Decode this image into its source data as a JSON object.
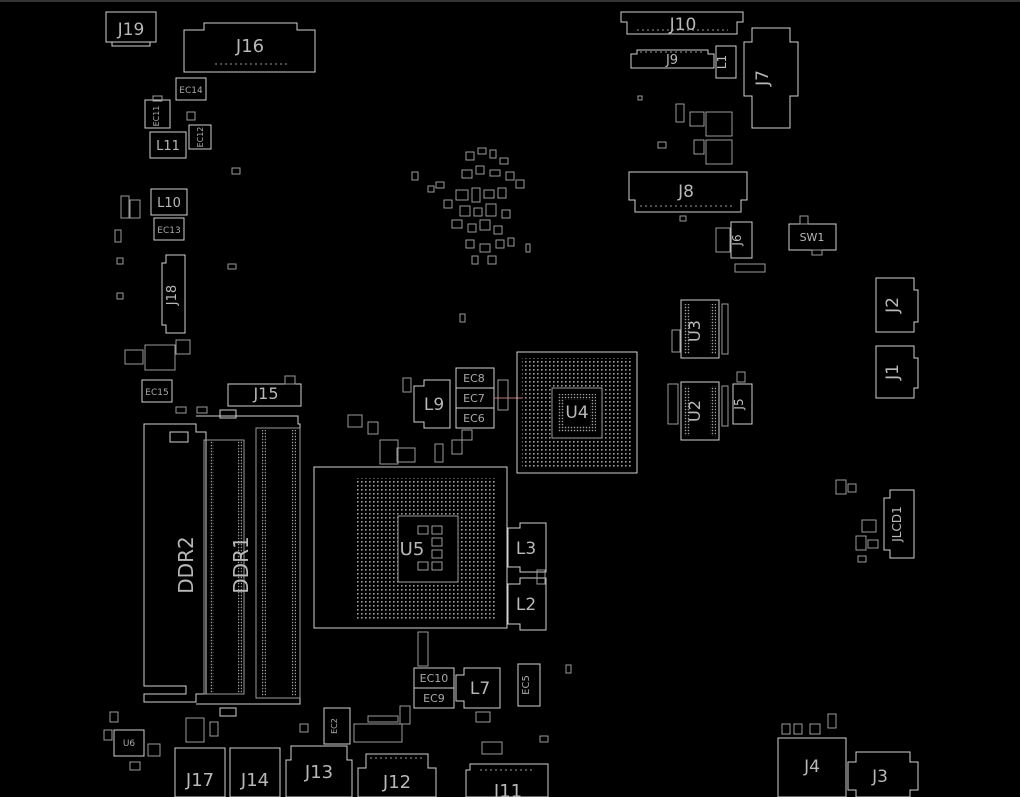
{
  "labels": {
    "J19": "J19",
    "J16": "J16",
    "J10": "J10",
    "J9": "J9",
    "L1": "L1",
    "J7": "J7",
    "EC14": "EC14",
    "EC13": "EC13",
    "EC11": "EC11",
    "L11": "L11",
    "L10": "L10",
    "EC12": "EC12",
    "J18": "J18",
    "EC15": "EC15",
    "J15": "J15",
    "J8": "J8",
    "J6": "J6",
    "SW1": "SW1",
    "J2": "J2",
    "J1": "J1",
    "U3": "U3",
    "U2": "U2",
    "J5": "J5",
    "U4": "U4",
    "L9": "L9",
    "EC8": "EC8",
    "EC7": "EC7",
    "EC6": "EC6",
    "DDR2": "DDR2",
    "DDR1": "DDR1",
    "U5": "U5",
    "L3": "L3",
    "L2": "L2",
    "JLCD1": "JLCD1",
    "L7": "L7",
    "EC10": "EC10",
    "EC9": "EC9",
    "EC5": "EC5",
    "EC2": "EC2",
    "U6": "U6",
    "J17": "J17",
    "J14": "J14",
    "J13": "J13",
    "J12": "J12",
    "J11": "J11",
    "J4": "J4",
    "J3": "J3"
  }
}
